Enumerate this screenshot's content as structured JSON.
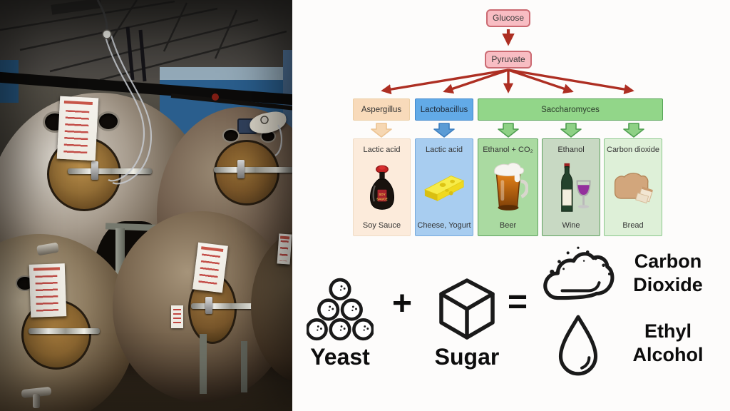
{
  "flowchart": {
    "glucose_label": "Glucose",
    "pyruvate_label": "Pyruvate",
    "organisms": [
      {
        "label": "Aspergillus"
      },
      {
        "label": "Lactobacillus"
      },
      {
        "label": "Saccharomyces"
      }
    ],
    "products": [
      {
        "chemical": "Lactic acid",
        "food": "Soy Sauce",
        "icon": "soy-sauce-bottle-icon",
        "icon_text_line1": "SOY",
        "icon_text_line2": "SAUCE"
      },
      {
        "chemical": "Lactic acid",
        "food": "Cheese, Yogurt",
        "icon": "cheese-wedge-icon"
      },
      {
        "chemical": "Ethanol + CO₂",
        "food": "Beer",
        "icon": "beer-mug-icon"
      },
      {
        "chemical": "Ethanol",
        "food": "Wine",
        "icon": "wine-bottle-and-glass-icon"
      },
      {
        "chemical": "Carbon dioxide",
        "food": "Bread",
        "icon": "bread-loaf-icon"
      }
    ],
    "colors": {
      "arrow_red": "#ad2e22",
      "node_pink_fill": "#f8bdc3",
      "node_pink_border": "#cb6a72",
      "aspergillus_fill": "#f8daba",
      "lactobacillus_fill": "#62aae7",
      "saccharomyces_fill": "#92d689",
      "soy_card_fill": "#fcebdb",
      "cheese_card_fill": "#a8cdf0",
      "beer_card_fill": "#aadaa1",
      "wine_card_fill": "#c8d9c3",
      "bread_card_fill": "#def0d8"
    }
  },
  "equation": {
    "yeast_label": "Yeast",
    "plus_sign": "+",
    "sugar_label": "Sugar",
    "equals_sign": "=",
    "carbon_dioxide_line1": "Carbon",
    "carbon_dioxide_line2": "Dioxide",
    "ethyl_alcohol_line1": "Ethyl",
    "ethyl_alcohol_line2": "Alcohol",
    "icons": {
      "yeast": "yeast-cells-icon",
      "sugar": "sugar-cube-icon",
      "carbon_dioxide": "co2-cloud-icon",
      "ethyl_alcohol": "liquid-drop-icon"
    }
  },
  "photo": {
    "wall_blue": "#2a5e8d",
    "tank_manway_amber": "#926d35"
  }
}
